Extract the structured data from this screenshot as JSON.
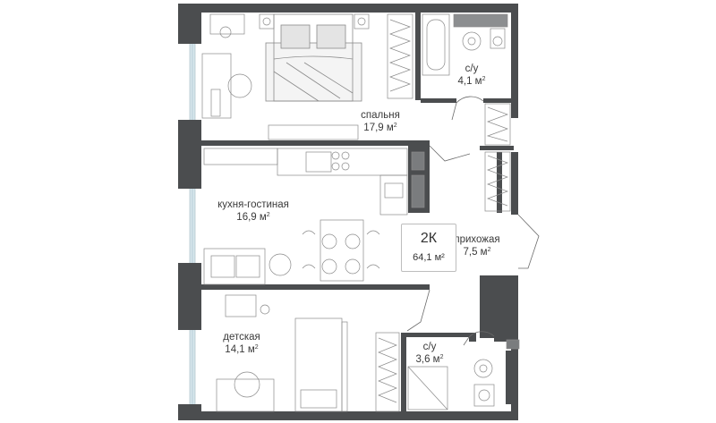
{
  "plan": {
    "badge": {
      "type": "2К",
      "area": "64,1 м²"
    },
    "unit_sup": "2",
    "rooms": [
      {
        "id": "bedroom",
        "name": "спальня",
        "area": "17,9 м"
      },
      {
        "id": "bath1",
        "name": "с/у",
        "area": "4,1 м"
      },
      {
        "id": "kitchen",
        "name": "кухня-гостиная",
        "area": "16,9 м"
      },
      {
        "id": "hall",
        "name": "прихожая",
        "area": "7,5 м"
      },
      {
        "id": "kids",
        "name": "детская",
        "area": "14,1 м"
      },
      {
        "id": "bath2",
        "name": "с/у",
        "area": "3,6 м"
      }
    ],
    "colors": {
      "wall": "#4b4d4f",
      "window": "#cfe3ea",
      "line": "#8a8a8a",
      "accent": "#5a5a5a"
    }
  }
}
